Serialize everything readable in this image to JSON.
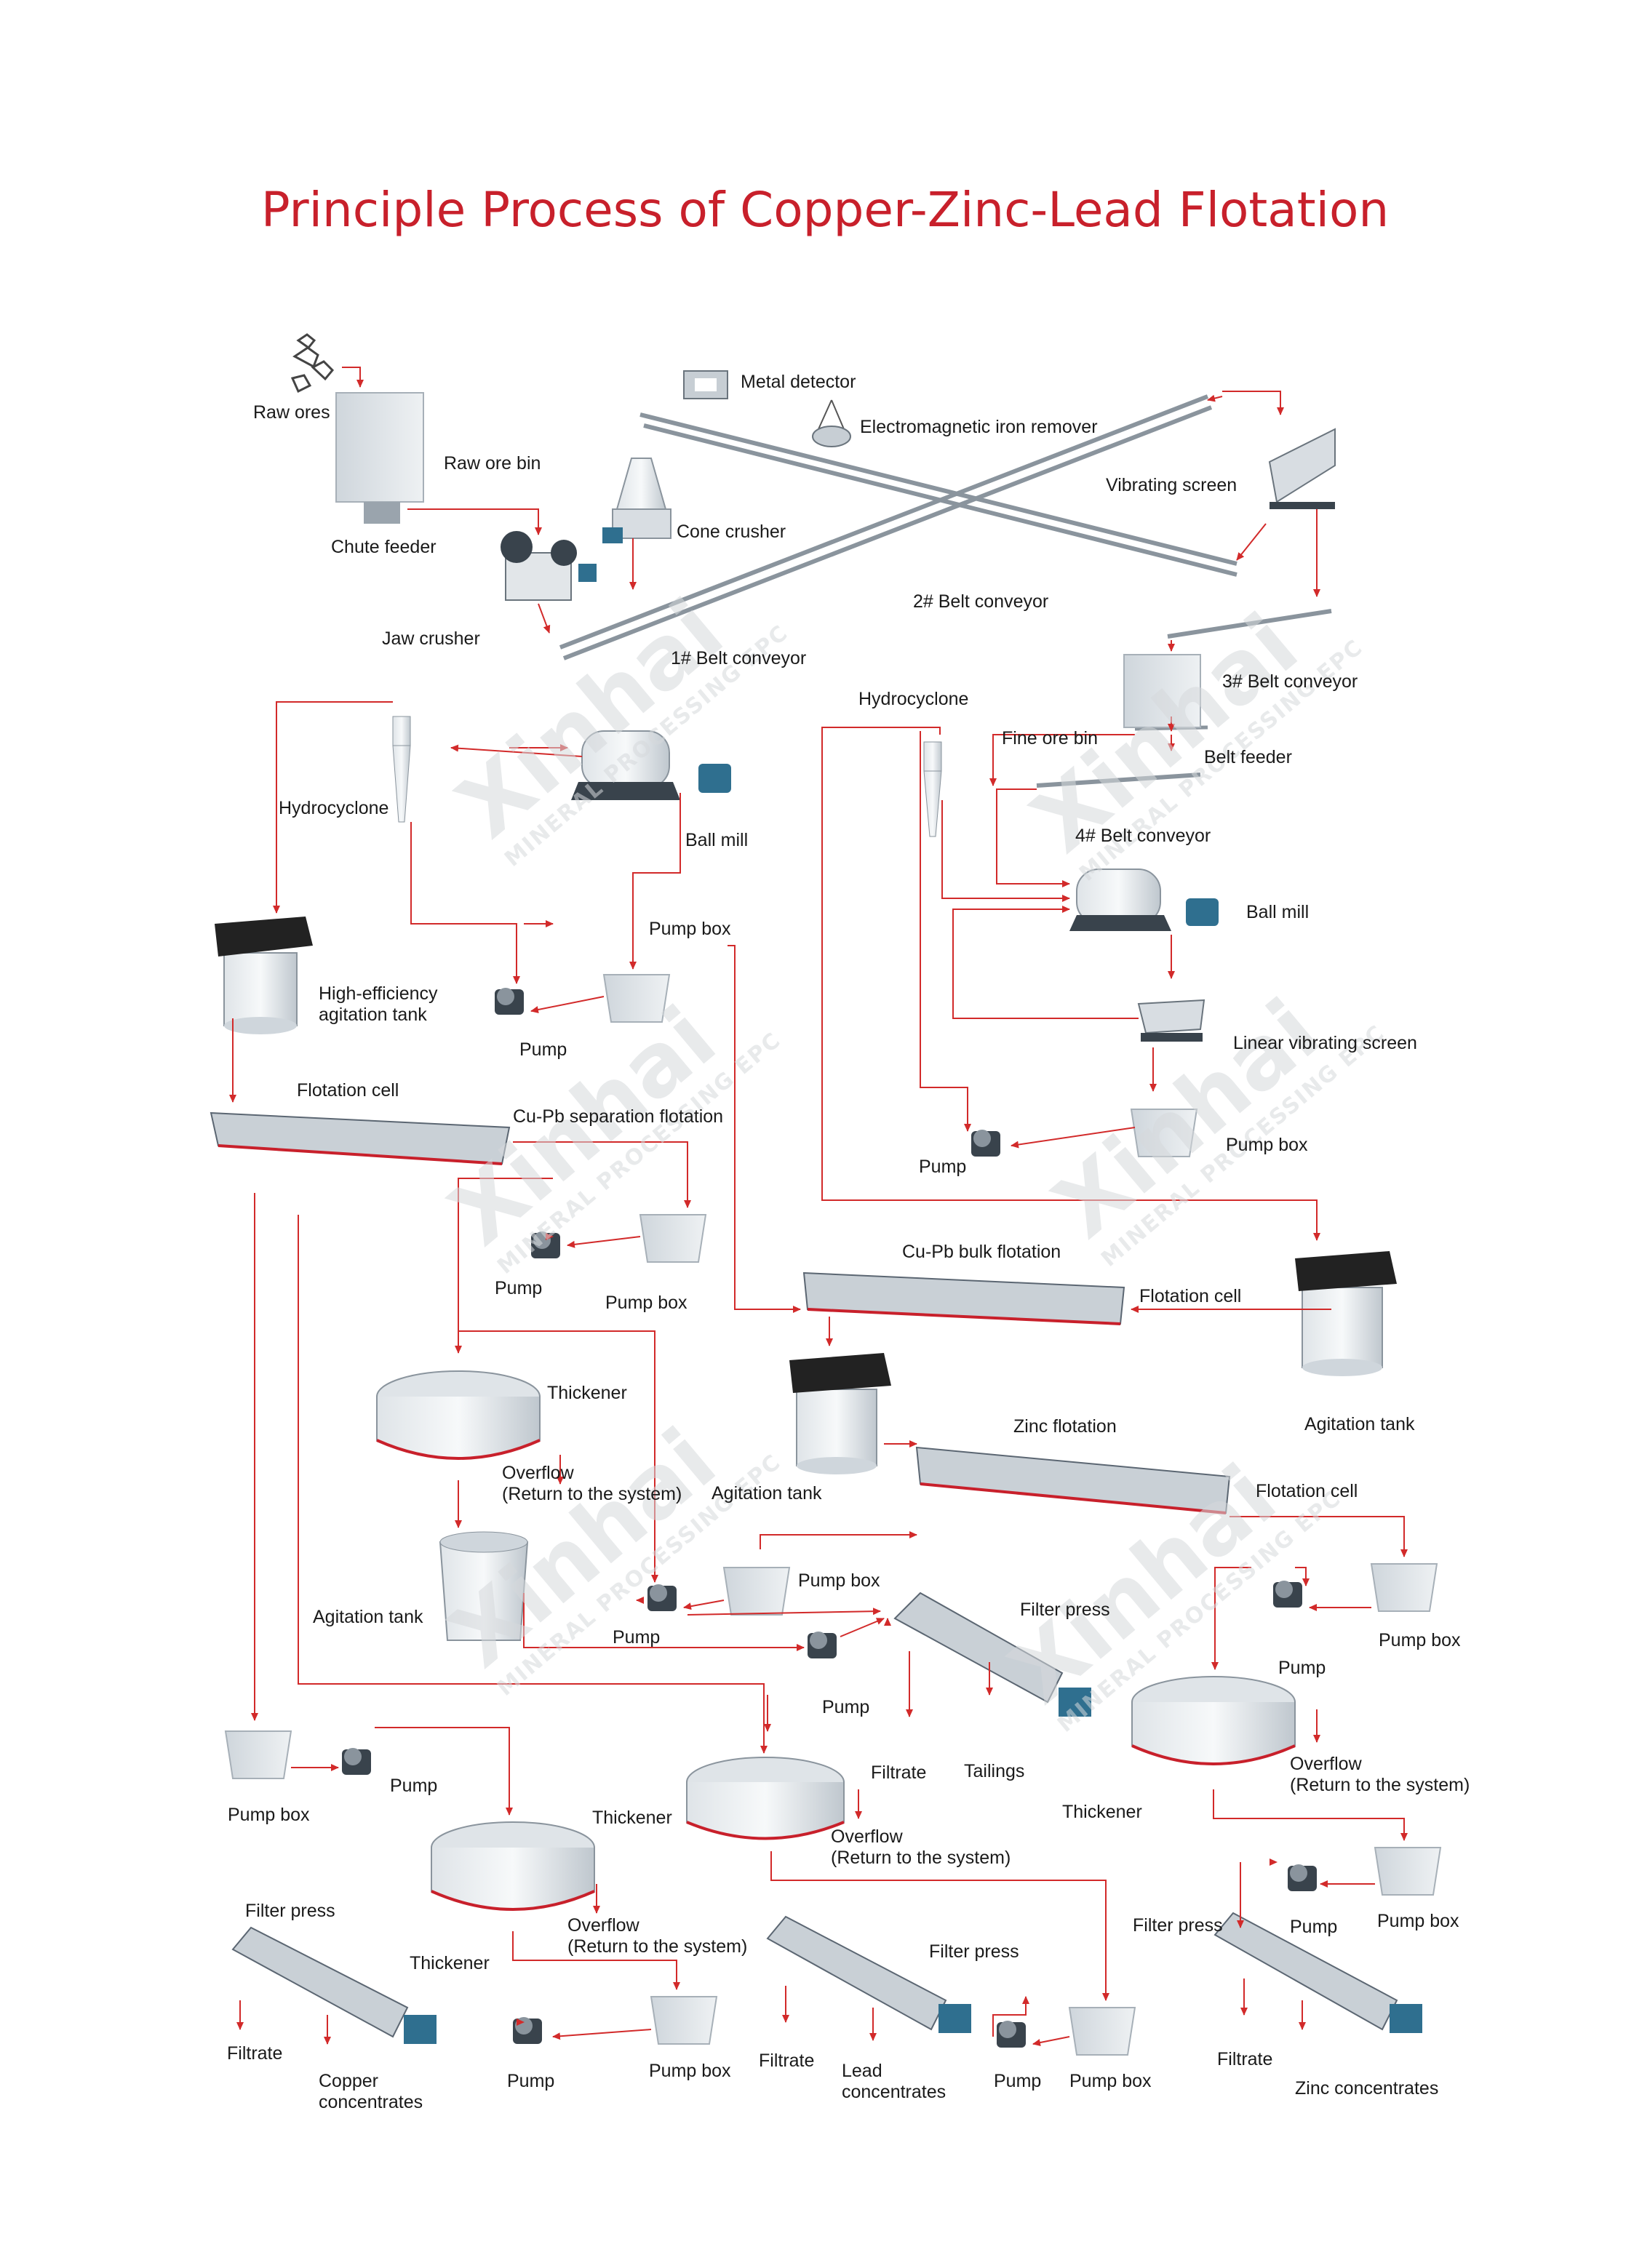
{
  "title": "Principle Process of Copper-Zinc-Lead Flotation",
  "watermark": {
    "brand": "Xinhai",
    "tagline": "MINERAL PROCESSING EPC"
  },
  "colors": {
    "title": "#c8202b",
    "arrow": "#d22a2a",
    "equipment": "#b9c2ca",
    "equipment_dark": "#5b6672",
    "motor": "#2f6f8f"
  },
  "labels": {
    "raw_ores": "Raw ores",
    "raw_ore_bin": "Raw ore bin",
    "chute_feeder": "Chute feeder",
    "jaw_crusher": "Jaw crusher",
    "metal_detector": "Metal detector",
    "electromagnetic_iron_remover": "Electromagnetic iron remover",
    "cone_crusher": "Cone crusher",
    "vibrating_screen": "Vibrating screen",
    "belt_conveyor_2": "2# Belt conveyor",
    "belt_conveyor_1": "1# Belt conveyor",
    "belt_conveyor_3": "3# Belt conveyor",
    "hydrocyclone_right": "Hydrocyclone",
    "fine_ore_bin": "Fine ore bin",
    "belt_feeder": "Belt feeder",
    "belt_conveyor_4": "4# Belt conveyor",
    "ball_mill_right": "Ball mill",
    "linear_vibrating_screen": "Linear vibrating screen",
    "pump_box_right_mid": "Pump box",
    "pump_right_mid": "Pump",
    "hydrocyclone_left": "Hydrocyclone",
    "ball_mill_left": "Ball mill",
    "pump_box_left_top": "Pump box",
    "high_eff_agitation_tank": "High-efficiency\nagitation tank",
    "pump_left_top": "Pump",
    "flotation_cell_left": "Flotation cell",
    "cu_pb_separation": "Cu-Pb separation flotation",
    "pump_center": "Pump",
    "pump_box_center": "Pump box",
    "cu_pb_bulk": "Cu-Pb bulk flotation",
    "flotation_cell_mid": "Flotation cell",
    "agitation_tank_right": "Agitation tank",
    "thickener_1": "Thickener",
    "overflow_1": "Overflow\n(Return to the system)",
    "agitation_tank_mid": "Agitation tank",
    "zinc_flotation": "Zinc flotation",
    "flotation_cell_zinc": "Flotation cell",
    "agitation_tank_left": "Agitation tank",
    "pump_box_mid2": "Pump box",
    "pump_mid2": "Pump",
    "filter_press_mid": "Filter press",
    "pump_mid3": "Pump",
    "filtrate_mid": "Filtrate",
    "tailings": "Tailings",
    "pump_box_zinc": "Pump box",
    "pump_zinc": "Pump",
    "overflow_zinc": "Overflow\n(Return to the system)",
    "thickener_zinc": "Thickener",
    "pump_box_cu": "Pump box",
    "pump_cu": "Pump",
    "thickener_cu": "Thickener",
    "overflow_cu": "Overflow\n(Return to the system)",
    "overflow_pb": "Overflow\n(Return to the system)",
    "filter_press_cu": "Filter press",
    "thickener_cu_label": "Thickener",
    "filtrate_cu": "Filtrate",
    "copper_concentrates": "Copper\nconcentrates",
    "pump_cu2": "Pump",
    "pump_box_cu2": "Pump box",
    "filter_press_pb": "Filter press",
    "filtrate_pb": "Filtrate",
    "lead_concentrates": "Lead\nconcentrates",
    "pump_pb": "Pump",
    "pump_box_pb": "Pump box",
    "filter_press_zn": "Filter press",
    "pump_zn2": "Pump",
    "pump_box_zn2": "Pump box",
    "filtrate_zn": "Filtrate",
    "zinc_concentrates": "Zinc concentrates"
  }
}
